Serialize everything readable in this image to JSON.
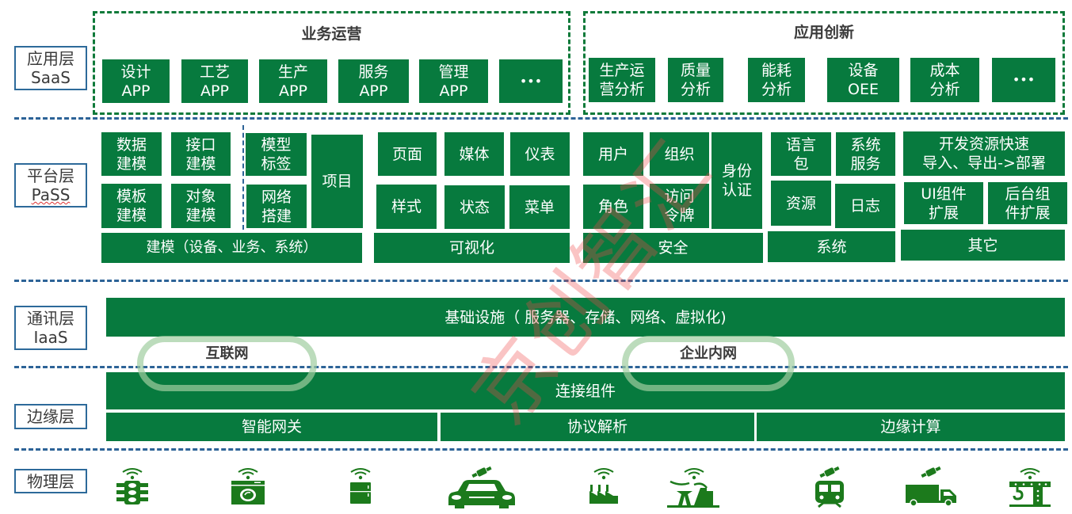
{
  "layers": {
    "saas": "应用层\nSaaS",
    "paas_cn": "平台层",
    "paas_en": "PaSS",
    "iaas": "通讯层\nIaaS",
    "edge": "边缘层",
    "physical": "物理层"
  },
  "app_layer": {
    "business_ops": {
      "title": "业务运营",
      "items": [
        "设计\nAPP",
        "工艺\nAPP",
        "生产\nAPP",
        "服务\nAPP",
        "管理\nAPP",
        "•••"
      ]
    },
    "app_innovation": {
      "title": "应用创新",
      "items": [
        "生产运\n营分析",
        "质量\n分析",
        "能耗\n分析",
        "设备\nOEE",
        "成本\n分析",
        "•••"
      ]
    }
  },
  "platform_layer": {
    "modeling": {
      "items": [
        "数据\n建模",
        "接口\n建模",
        "模板\n建模",
        "对象\n建模",
        "模型\n标签",
        "网络\n搭建",
        "项目"
      ],
      "footer": "建模（设备、业务、系统）"
    },
    "visualization": {
      "items": [
        "页面",
        "媒体",
        "仪表",
        "样式",
        "状态",
        "菜单"
      ],
      "footer": "可视化"
    },
    "security": {
      "items": [
        "用户",
        "组织",
        "角色",
        "访问\n令牌",
        "身份\n认证"
      ],
      "footer": "安全"
    },
    "system": {
      "items": [
        "语言\n包",
        "系统\n服务",
        "资源",
        "日志"
      ],
      "footer": "系统"
    },
    "other": {
      "items": [
        "开发资源快速\n导入、导出->部署",
        "UI组件\n扩展",
        "后台组\n件扩展"
      ],
      "footer": "其它"
    }
  },
  "comm_layer": {
    "infrastructure": "基础设施（ 服务器、存储、网络、虚拟化)",
    "internet": "互联网",
    "intranet": "企业内网"
  },
  "edge_layer": {
    "connector": "连接组件",
    "items": [
      "智能网关",
      "协议解析",
      "边缘计算"
    ]
  },
  "physical_layer": {
    "devices": [
      {
        "icon": "traffic-light",
        "signal": "wifi"
      },
      {
        "icon": "washing-machine",
        "signal": "wifi"
      },
      {
        "icon": "refrigerator",
        "signal": "wifi"
      },
      {
        "icon": "car",
        "signal": "satellite"
      },
      {
        "icon": "factory",
        "signal": "wifi"
      },
      {
        "icon": "power-plant",
        "signal": "wifi"
      },
      {
        "icon": "train",
        "signal": "satellite"
      },
      {
        "icon": "truck",
        "signal": "satellite"
      },
      {
        "icon": "crane",
        "signal": "wifi"
      }
    ]
  },
  "watermark": "京创智汇",
  "colors": {
    "box_green": "#077a3e",
    "divider_blue": "#2d6397",
    "group_dash_green": "#0f7a3a",
    "icon_green": "#1c7a1c",
    "watermark_red": "#f04646"
  }
}
